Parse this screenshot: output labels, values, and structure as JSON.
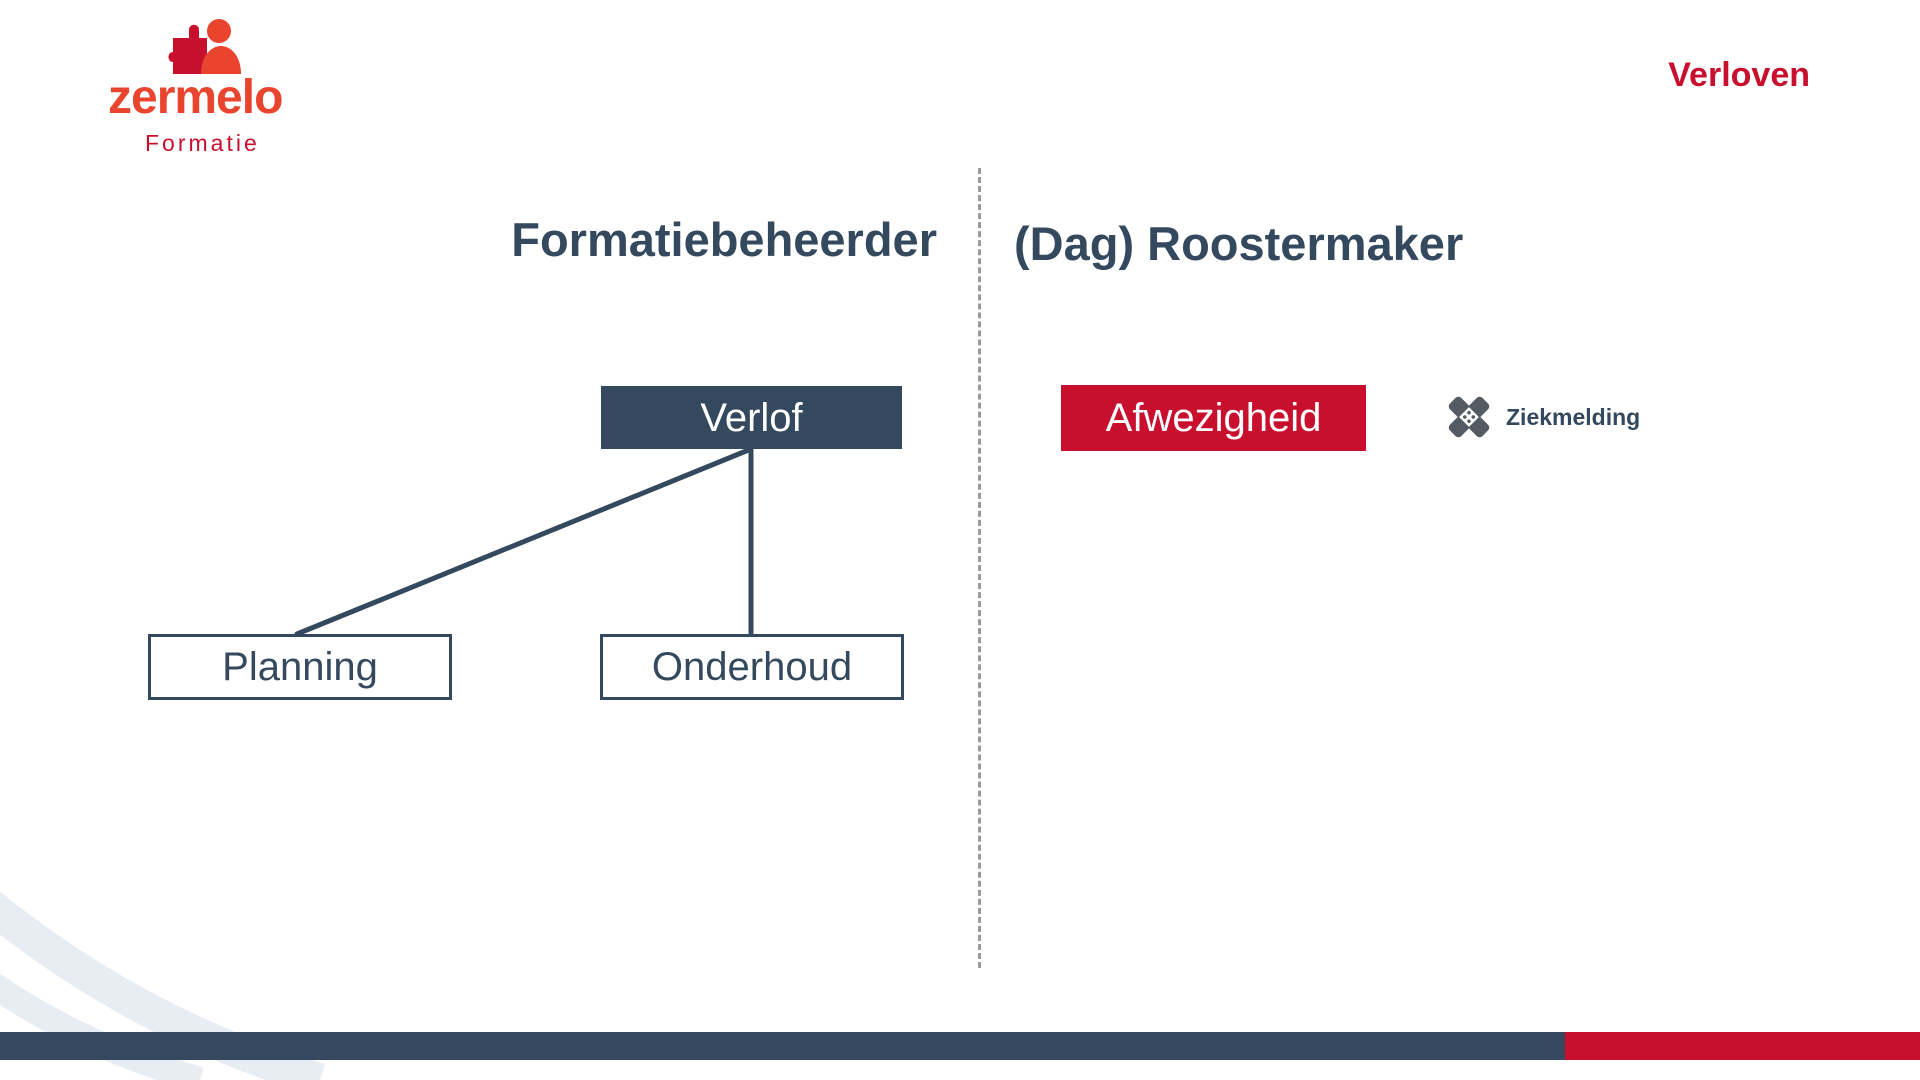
{
  "logo": {
    "name": "zermelo",
    "product": "Formatie",
    "color": "#e8442e",
    "accent_color": "#c8102e"
  },
  "header": {
    "title": "Verloven",
    "title_color": "#c8102e"
  },
  "columns": {
    "left_heading": "Formatiebeheerder",
    "right_heading": "(Dag) Roostermaker"
  },
  "diagram": {
    "root": {
      "label": "Verlof",
      "fill": "#34495e"
    },
    "children": [
      {
        "label": "Planning"
      },
      {
        "label": "Onderhoud"
      }
    ],
    "line_color": "#34495e"
  },
  "absence": {
    "label": "Afwezigheid",
    "fill": "#c8102e",
    "icon": "bandage-icon",
    "icon_color": "#555b62",
    "note": "Ziekmelding"
  },
  "footer": {
    "primary_color": "#34495e",
    "accent_color": "#c8102e",
    "arc_color": "#e8edf3"
  }
}
